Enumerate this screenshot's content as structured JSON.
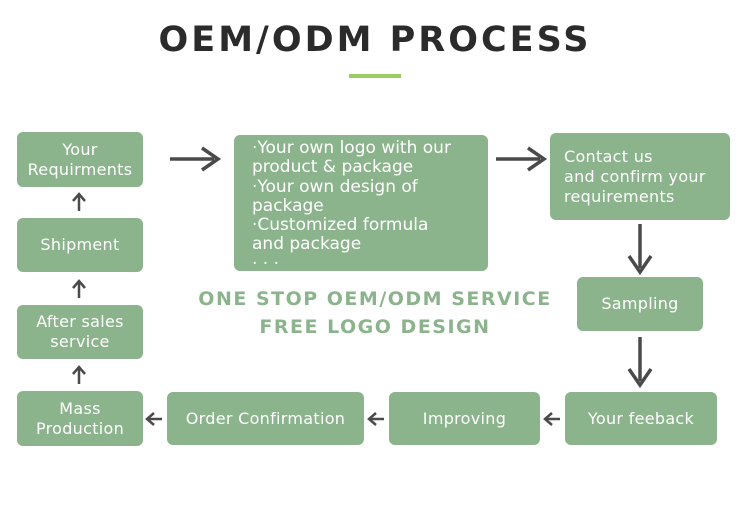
{
  "title": "OEM/ODM PROCESS",
  "colors": {
    "box_fill": "#8bb48c",
    "box_text": "#ffffff",
    "title_text": "#2b2b2b",
    "title_accent": "#9ccd62",
    "tagline_text": "#8bb48c",
    "arrow": "#4a4a4a"
  },
  "center_box": {
    "lines": [
      "·Your own logo with our",
      " product & package",
      "·Your own design of",
      " package",
      "·Customized formula",
      " and package",
      " · · ·"
    ]
  },
  "tagline": {
    "line1": "ONE STOP OEM/ODM SERVICE",
    "line2": "FREE LOGO DESIGN"
  },
  "steps": {
    "your_requirements": "Your\nRequirments",
    "contact_us": "Contact us\nand confirm your\nrequirements",
    "sampling": "Sampling",
    "your_feedback": "Your feeback",
    "improving": "Improving",
    "order_confirmation": "Order Confirmation",
    "mass_production": "Mass\nProduction",
    "after_sales_service": "After sales\nservice",
    "shipment": "Shipment"
  }
}
